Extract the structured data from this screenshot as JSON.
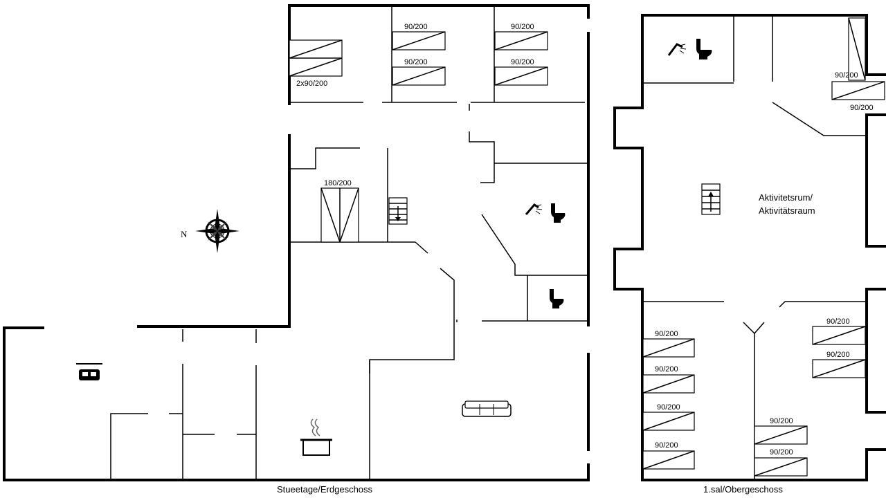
{
  "compass": {
    "north_label": "N"
  },
  "ground_floor": {
    "caption": "Stueetage/Erdgeschoss",
    "bed_labels": {
      "b1": "2x90/200",
      "b2": "90/200",
      "b3": "90/200",
      "b4": "90/200",
      "b5": "90/200",
      "double": "180/200"
    }
  },
  "first_floor": {
    "caption": "1.sal/Obergeschoss",
    "room_label_line1": "Aktivitetsrum/",
    "room_label_line2": "Aktivitätsraum",
    "bed_labels": {
      "t1": "90/200",
      "t2": "90/200",
      "l1": "90/200",
      "l2": "90/200",
      "l3": "90/200",
      "l4": "90/200",
      "r1": "90/200",
      "r2": "90/200",
      "r3": "90/200",
      "r4": "90/200"
    }
  },
  "icons": [
    "compass-icon",
    "stairs-icon",
    "shower-icon",
    "toilet-icon",
    "bed-icon",
    "cooking-pot-icon",
    "sofa-icon"
  ]
}
